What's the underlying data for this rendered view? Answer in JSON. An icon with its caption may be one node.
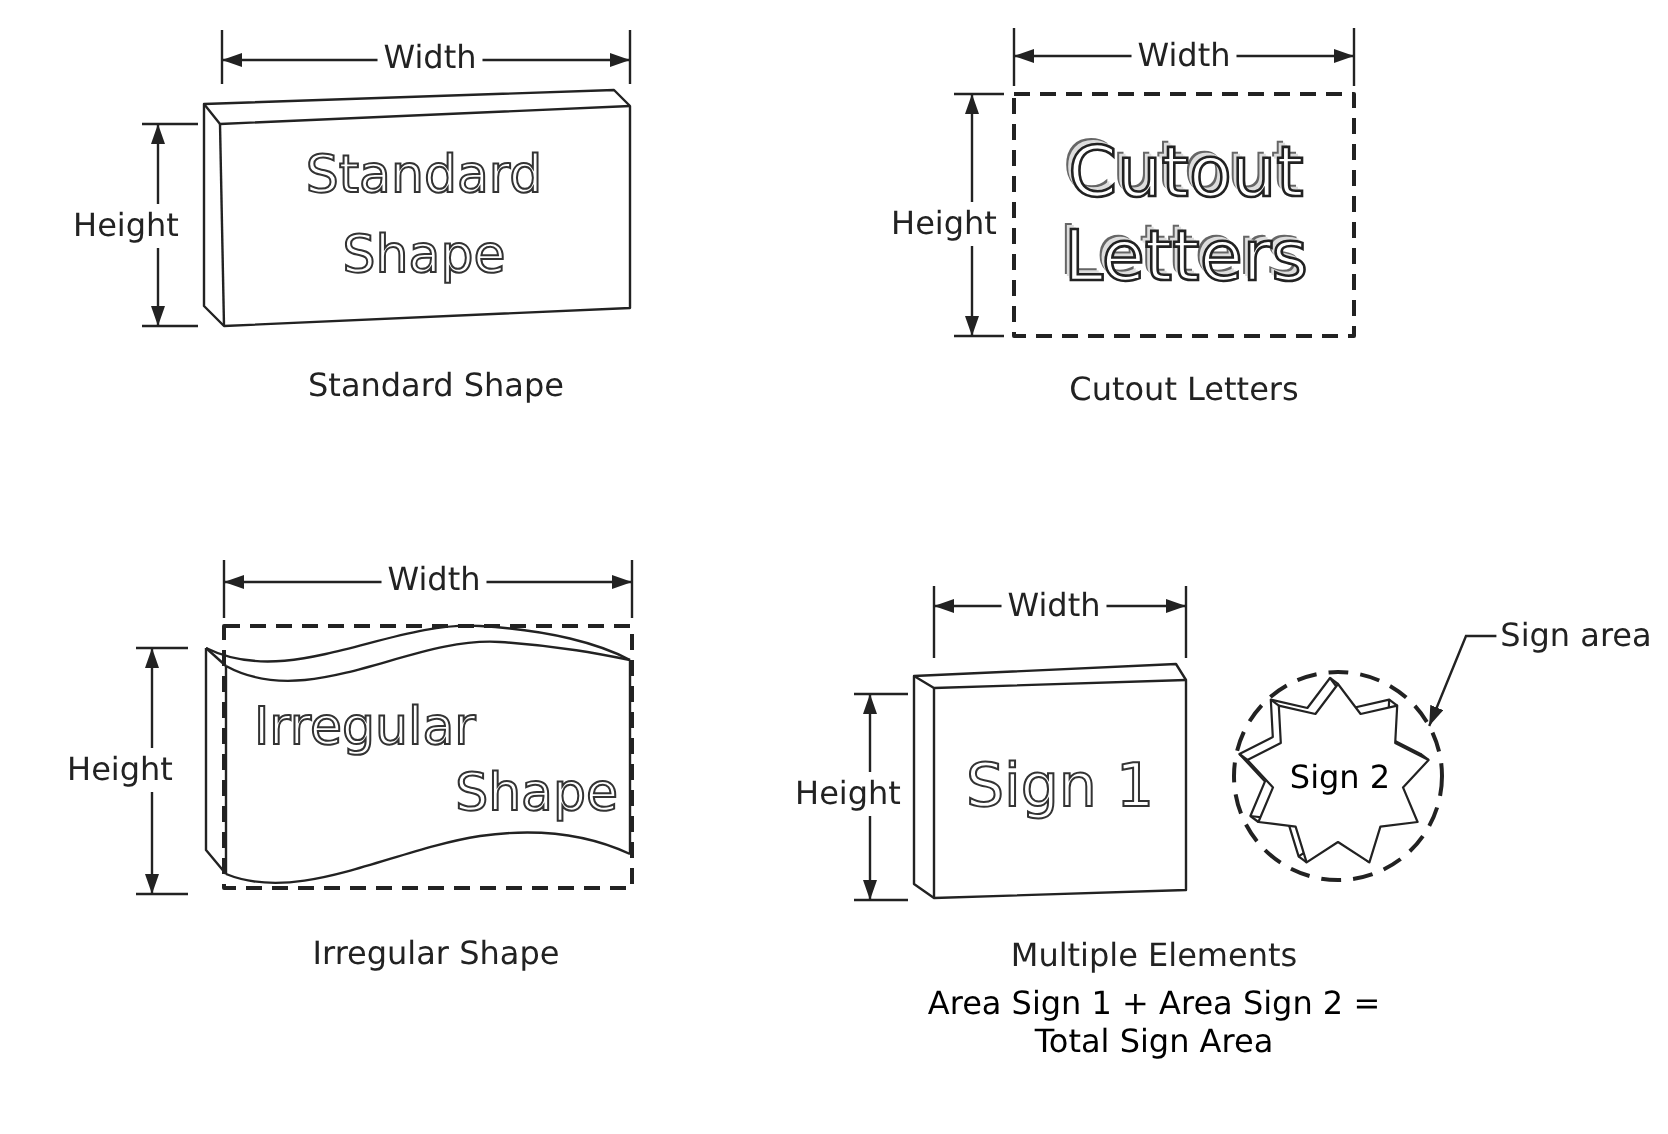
{
  "diagram": {
    "nodes": [
      {
        "text": [
          "Standard Shape"
        ]
      },
      {
        "text": [
          "Cutout Letters"
        ]
      },
      {
        "text": [
          "Irregular Shape"
        ]
      },
      {
        "text": [
          "Sign 1"
        ]
      },
      {
        "text": [],
        "shape": "circle"
      },
      {
        "text": [
          "Sign 2"
        ],
        "in": 4
      },
      {
        "text": [
          "Sign area"
        ]
      }
    ],
    "edges": [
      {
        "from": 6,
        "to": 4,
        "arrow": "to"
      }
    ],
    "labels": [
      "Width",
      "Width",
      "Height",
      "Height",
      "Standard Shape",
      "Cutout Letters",
      "Width",
      "Width",
      "Height",
      "Height",
      "Irregular Shape",
      "Multiple Elements",
      "Area Sign 1 + Area Sign 2 = Total Sign Area"
    ]
  }
}
